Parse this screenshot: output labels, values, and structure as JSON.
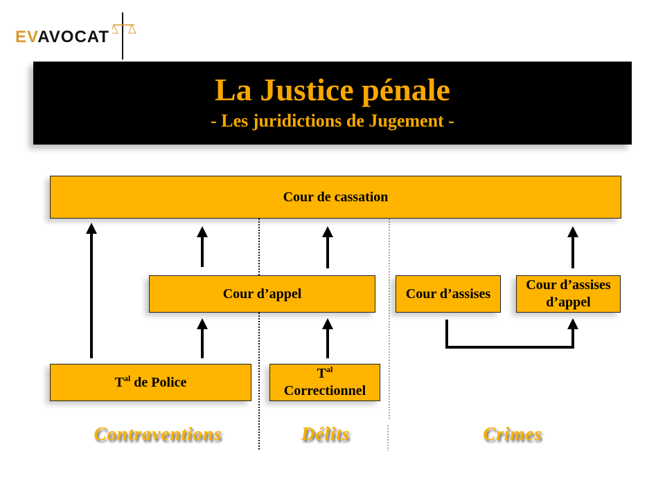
{
  "logo": {
    "part1": "EV",
    "part2": "AVOCAT",
    "icon": "scales-of-justice-icon"
  },
  "header": {
    "title": "La Justice pénale",
    "subtitle": "- Les juridictions de Jugement -"
  },
  "boxes": {
    "cassation": "Cour de cassation",
    "appel": "Cour d’appel",
    "assises": "Cour d’assises",
    "assises_appel": "Cour d’assises d’appel",
    "police_prefix": "T",
    "police_sup": "al",
    "police_rest": " de Police",
    "correctionnel_prefix": "T",
    "correctionnel_sup": "al",
    "correctionnel_rest": "Correctionnel"
  },
  "categories": {
    "contraventions": "Contraventions",
    "delits": "Délits",
    "crimes": "Crimes"
  },
  "colors": {
    "accent": "#ffb400",
    "header_bg": "#000000"
  }
}
